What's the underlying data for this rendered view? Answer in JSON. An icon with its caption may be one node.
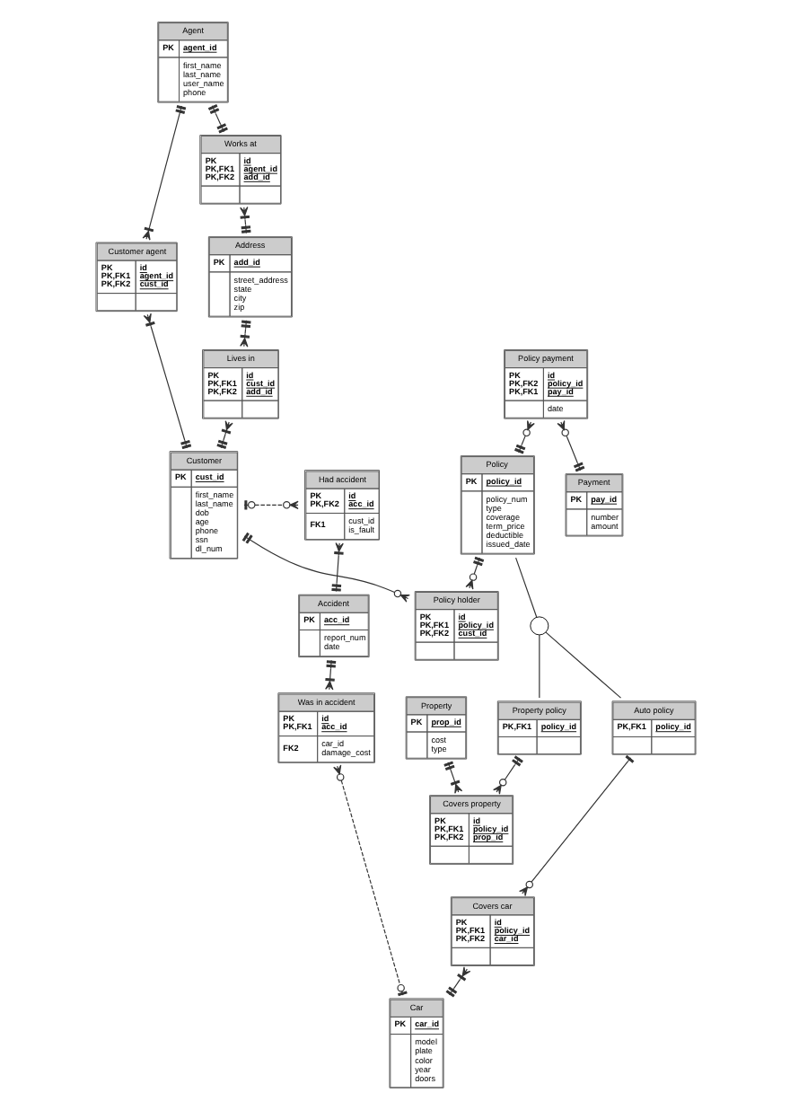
{
  "diagram": {
    "nodes": [
      {
        "text": [
          "Agent",
          "PK",
          "agent_id",
          "first_name last_name user_name phone"
        ]
      },
      {
        "text": [
          "Works at",
          "PK PK,FK1 PK,FK2",
          "id agent_id add_id"
        ]
      },
      {
        "text": [
          "Address",
          "PK",
          "add_id",
          "street_address state city zip"
        ]
      },
      {
        "text": [
          "Lives in",
          "PK PK,FK1 PK,FK2",
          "id cust_id add_id"
        ]
      },
      {
        "text": [
          "Customer agent",
          "PK PK,FK1 PK,FK2",
          "id agent_id cust_id"
        ]
      },
      {
        "text": [
          "Customer",
          "PK",
          "cust_id",
          "first_name last_name dob age phone ssn dl_num"
        ]
      },
      {
        "text": [
          "Policy payment",
          "PK PK,FK2 PK,FK1",
          "id policy_id pay_id",
          "date"
        ]
      },
      {
        "text": [
          "Policy",
          "PK",
          "policy_id",
          "policy_num type coverage term_price deductible issued_date"
        ]
      },
      {
        "text": [
          "Policy holder",
          "PK PK,FK1 PK,FK2",
          "id policy_id cust_id"
        ]
      },
      {
        "text": [
          "Had accident",
          "PK PK,FK2",
          "id acc_id",
          "FK1",
          "cust_id is_fault"
        ]
      },
      {
        "text": [
          "Payment",
          "PK",
          "pay_id",
          "number amount"
        ]
      },
      {
        "text": [
          "Accident",
          "PK",
          "acc_id",
          "report_num date"
        ]
      },
      {
        "text": [
          "Property policy",
          "PK,FK1",
          "policy_id"
        ]
      },
      {
        "text": [
          "Auto policy",
          "PK,FK1",
          "policy_id"
        ]
      },
      {
        "text": [
          "Was in accident",
          "PK PK,FK1",
          "id acc_id",
          "FK2",
          "car_id damage_cost"
        ]
      },
      {
        "text": [
          "Property",
          "PK",
          "prop_id",
          "cost type"
        ]
      },
      {
        "text": [
          "Covers property",
          "PK PK,FK1 PK,FK2",
          "id policy_id prop_id"
        ]
      },
      {
        "text": [
          "Covers car",
          "PK PK,FK1 PK,FK2",
          "id policy_id car_id"
        ]
      },
      {
        "text": [
          "Car",
          "PK",
          "car_id",
          "model plate color year doors"
        ]
      },
      {
        "text": [],
        "shape": "circle"
      }
    ],
    "edges": [
      {
        "from": 0,
        "to": 1,
        "arrow": "other"
      },
      {
        "from": 1,
        "to": 2,
        "arrow": "other"
      },
      {
        "from": 2,
        "to": 3,
        "arrow": "other"
      },
      {
        "from": 3,
        "to": 5,
        "arrow": "other"
      },
      {
        "from": 0,
        "to": 4,
        "arrow": "other"
      },
      {
        "from": 4,
        "to": 5,
        "arrow": "other"
      },
      {
        "from": 5,
        "to": 9,
        "arrow": "other",
        "style": "dashed"
      },
      {
        "from": 5,
        "to": 8,
        "arrow": "other"
      },
      {
        "from": 6,
        "to": 7,
        "arrow": "other"
      },
      {
        "from": 7,
        "to": 8,
        "arrow": "other"
      },
      {
        "from": 6,
        "to": 10,
        "arrow": "other"
      },
      {
        "from": 9,
        "to": 11,
        "arrow": "other"
      },
      {
        "from": 7,
        "to": 19,
        "arrow": "none"
      },
      {
        "from": 19,
        "to": 12,
        "arrow": "none"
      },
      {
        "from": 19,
        "to": 13,
        "arrow": "none"
      },
      {
        "from": 11,
        "to": 14,
        "arrow": "other"
      },
      {
        "from": 12,
        "to": 16,
        "arrow": "other"
      },
      {
        "from": 13,
        "to": 17,
        "arrow": "other"
      },
      {
        "from": 15,
        "to": 16,
        "arrow": "other"
      },
      {
        "from": 14,
        "to": 18,
        "arrow": "other",
        "style": "dashed"
      },
      {
        "from": 17,
        "to": 18,
        "arrow": "other"
      }
    ]
  }
}
